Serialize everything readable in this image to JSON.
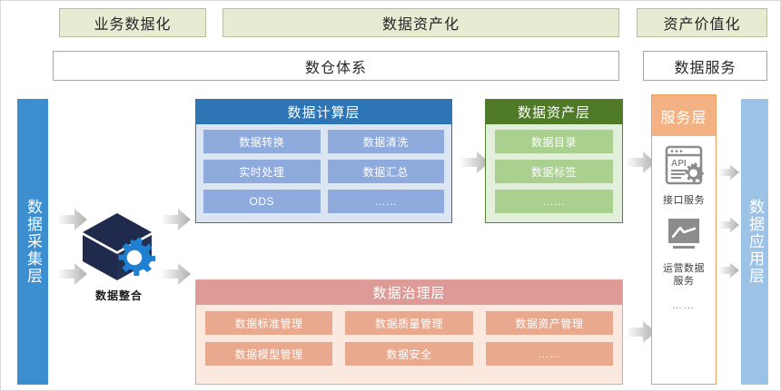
{
  "banners": [
    {
      "id": "business-digitization",
      "label": "业务数据化"
    },
    {
      "id": "data-assetization",
      "label": "数据资产化"
    },
    {
      "id": "asset-valuation",
      "label": "资产价值化"
    }
  ],
  "subbanners": [
    {
      "id": "warehouse-system",
      "label": "数仓体系"
    },
    {
      "id": "data-service",
      "label": "数据服务"
    }
  ],
  "sidebars": {
    "collect": {
      "label": "数据采集层",
      "color": "#3b8ed0"
    },
    "apply": {
      "label": "数据应用层",
      "color": "#9cc3e5"
    }
  },
  "integration": {
    "label": "数据整合",
    "icon": "cube-gear-icon"
  },
  "compute_layer": {
    "title": "数据计算层",
    "header_color": "#2e75b6",
    "body_color": "#dce6f2",
    "chip_color": "#8faadc",
    "left_items": [
      "数据转换",
      "实时处理",
      "ODS"
    ],
    "right_items": [
      "数据清洗",
      "数据汇总",
      "……"
    ]
  },
  "asset_layer": {
    "title": "数据资产层",
    "header_color": "#4f7a28",
    "body_color": "#e2efda",
    "chip_color": "#a9d08e",
    "items": [
      "数据目录",
      "数据标签",
      "……"
    ]
  },
  "governance_layer": {
    "title": "数据治理层",
    "header_color": "#dd9a96",
    "body_color": "#fbe9df",
    "chip_color": "#e8a98f",
    "col1": [
      "数据标准管理",
      "数据模型管理"
    ],
    "col2": [
      "数据质量管理",
      "数据安全"
    ],
    "col3": [
      "数据资产管理",
      "……"
    ]
  },
  "service_layer": {
    "title": "服务层",
    "header_color": "#f4b183",
    "items": [
      {
        "icon": "api-window-icon",
        "label": "接口服务"
      },
      {
        "icon": "monitor-chart-icon",
        "label": "运营数据\n服务"
      }
    ],
    "more": "……"
  }
}
